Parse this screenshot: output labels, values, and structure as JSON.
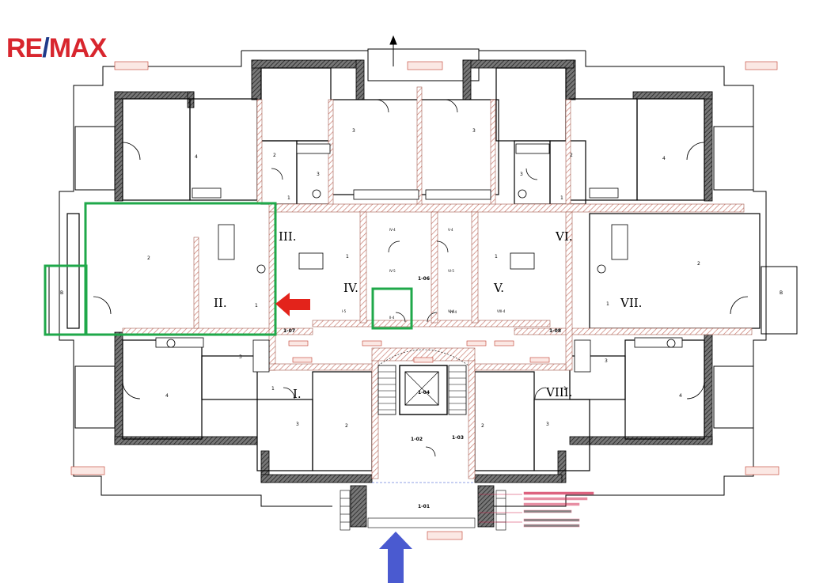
{
  "logo": {
    "re": "RE",
    "slash": "/",
    "max": "MAX"
  },
  "colors": {
    "wall": "#000000",
    "hatch": "#c87a6e",
    "highlight_green": "#1fa84a",
    "arrow_red": "#e3231b",
    "arrow_blue": "#4a5ad0",
    "label_red": "#c0392b",
    "note_pink": "#d0204a",
    "stair_fill": "#e6d8c8"
  },
  "units": [
    {
      "id": "unit-1",
      "label": "I."
    },
    {
      "id": "unit-2",
      "label": "II."
    },
    {
      "id": "unit-3",
      "label": "III."
    },
    {
      "id": "unit-4",
      "label": "IV."
    },
    {
      "id": "unit-5",
      "label": "V."
    },
    {
      "id": "unit-6",
      "label": "VI."
    },
    {
      "id": "unit-7",
      "label": "VII."
    },
    {
      "id": "unit-8",
      "label": "VIII."
    }
  ],
  "cellars": [
    "IV-4",
    "V-4",
    "IV-5",
    "VI-5",
    "II-4",
    "VI-4",
    "VII-4",
    "VIII-4",
    "I-5"
  ],
  "corridors": [
    "1-07",
    "1-08",
    "1-06",
    "1-02",
    "1-03",
    "1-01"
  ],
  "balcony_b": [
    "B",
    "B"
  ],
  "room_numbers": [
    "1",
    "2",
    "3",
    "4"
  ],
  "elevator_label": "1-04",
  "highlight": {
    "unit": "II.",
    "cellar": "II-4"
  },
  "icons": [
    "north-arrow-icon",
    "entry-arrow-icon",
    "pointer-arrow-icon"
  ]
}
